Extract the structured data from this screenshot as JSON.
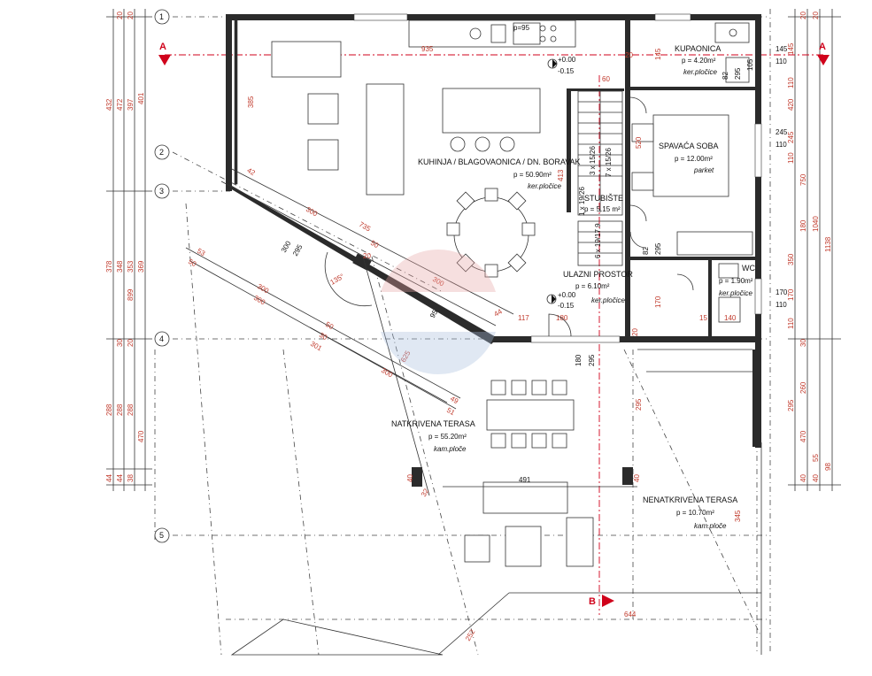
{
  "rooms": {
    "living": {
      "name": "KUHINJA / BLAGOVAONICA / DN. BORAVAK",
      "area": "p = 50.90m²",
      "floor": "ker.pločice"
    },
    "bath": {
      "name": "KUPAONICA",
      "area": "p = 4.20m²",
      "floor": "ker.pločice"
    },
    "bedroom": {
      "name": "SPAVAĆA SOBA",
      "area": "p = 12.00m²",
      "floor": "parket"
    },
    "stair": {
      "name": "STUBIŠTE",
      "area": "p = 5.15 m²"
    },
    "entry": {
      "name": "ULAZNI PROSTOR",
      "area": "p = 6.10m²",
      "floor": "ker.pločice"
    },
    "wc": {
      "name": "WC",
      "area": "p = 1.90m²",
      "floor": "ker.pločice"
    },
    "covered_terrace": {
      "name": "NATKRIVENA TERASA",
      "area": "p = 55.20m²",
      "floor": "kam.ploče"
    },
    "open_terrace": {
      "name": "NENATKRIVENA TERASA",
      "area": "p = 10.70m²",
      "floor": "kam.ploče"
    }
  },
  "levels": {
    "top_a": "+0.00",
    "top_b": "-0.15",
    "entry_a": "+0.00",
    "entry_b": "-0.15"
  },
  "axes": [
    "1",
    "2",
    "3",
    "4",
    "5"
  ],
  "sections": {
    "a_left": "A",
    "a_right": "A",
    "b": "B"
  },
  "stairs": {
    "run1": "7 x 15/26",
    "run2": "3 x 15/26",
    "run3": "1 x 19/26",
    "run4": "6 x 19/17.9"
  },
  "dims_left": [
    "432",
    "472",
    "397",
    "401",
    "378",
    "348",
    "353",
    "369",
    "899",
    "30",
    "20",
    "288",
    "288",
    "288",
    "470",
    "44",
    "44",
    "38",
    "20",
    "20"
  ],
  "dims_right": [
    "145",
    "110",
    "420",
    "245",
    "110",
    "750",
    "180",
    "1040",
    "1138",
    "350",
    "170",
    "110",
    "260",
    "295",
    "470",
    "40",
    "55",
    "98",
    "40",
    "30",
    "20",
    "20"
  ],
  "dims_inner": [
    "935",
    "385",
    "42",
    "300",
    "735",
    "50",
    "300",
    "300",
    "295",
    "135°",
    "20",
    "50",
    "30",
    "300",
    "300",
    "301",
    "53",
    "50",
    "300",
    "625",
    "49",
    "51",
    "95",
    "44",
    "117",
    "180",
    "180",
    "295",
    "295",
    "491",
    "40",
    "644",
    "345",
    "40",
    "32",
    "82",
    "295",
    "105",
    "82",
    "295",
    "15",
    "140",
    "170",
    "20",
    "413",
    "520",
    "145",
    "20",
    "p=95",
    "252",
    "60"
  ],
  "side_dims": {
    "r1": "145",
    "r2": "110",
    "r3": "245",
    "r4": "110",
    "r5": "170",
    "r6": "110"
  },
  "colors": {
    "wall": "#2b2b2b",
    "dimension": "#c0392b",
    "section": "#d0021b",
    "watermark": "#c8d6ea"
  }
}
